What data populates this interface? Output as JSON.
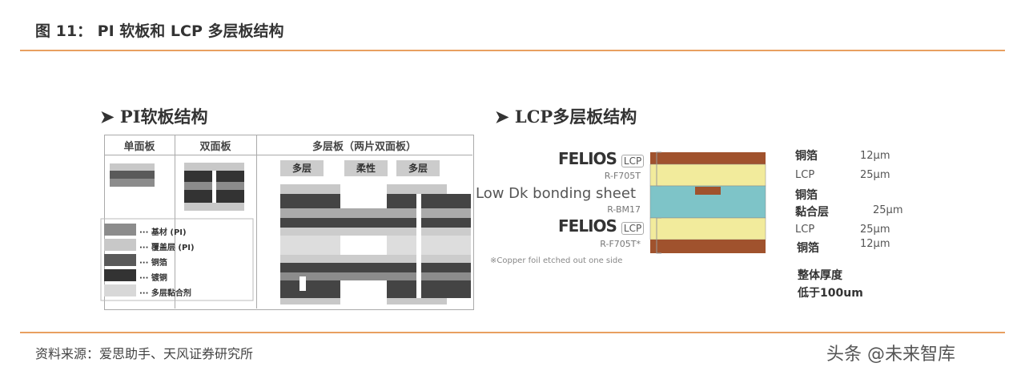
{
  "header": {
    "title": "图 11：  PI 软板和 LCP 多层板结构"
  },
  "pi": {
    "title": "PI软板结构",
    "columns": [
      "单面板",
      "双面板",
      "多层板（两片双面板）"
    ],
    "tags": [
      "多层",
      "柔性",
      "多层"
    ],
    "legend": [
      {
        "label": "基材       (PI)",
        "color": "#8c8c8c"
      },
      {
        "label": "覆盖层  (PI)",
        "color": "#c8c8c8"
      },
      {
        "label": "铜箔",
        "color": "#5a5a5a"
      },
      {
        "label": "镀铜",
        "color": "#333333"
      },
      {
        "label": "多层黏合剂",
        "color": "#d8d8d8"
      }
    ]
  },
  "lcp": {
    "title": "LCP多层板结构",
    "brand": "FELIOS",
    "brand_tag": "LCP",
    "sub1": "R-F705T",
    "bonding": "Low Dk bonding sheet",
    "bonding_sub": "R-BM17",
    "sub2": "R-F705T*",
    "note": "※Copper foil etched out one side",
    "layers": [
      {
        "name": "铜箔",
        "value": "12μm"
      },
      {
        "name": "LCP",
        "value": "25μm"
      },
      {
        "name": "铜箔",
        "value": ""
      },
      {
        "name": "黏合层",
        "value": "25μm"
      },
      {
        "name": "LCP",
        "value": "25μm"
      },
      {
        "name": "铜箔",
        "value": "12μm"
      }
    ],
    "total1": "整体厚度",
    "total2": "低于100um",
    "colors": {
      "copper": "#a0522d",
      "lcp": "#f2eb9c",
      "bond": "#7ec4c8"
    }
  },
  "footer": {
    "source": "资料来源：爱思助手、天风证券研究所",
    "watermark": "头条 @未来智库"
  }
}
